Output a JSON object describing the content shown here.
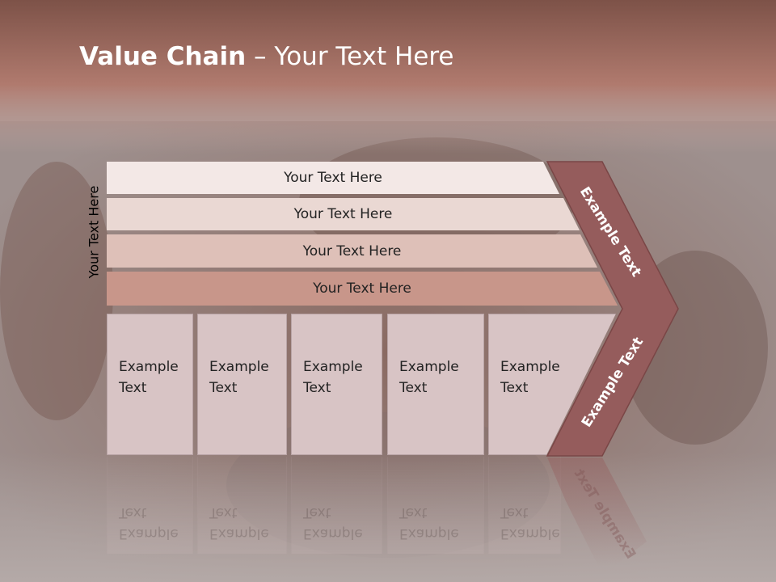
{
  "slide": {
    "title_bold": "Value Chain",
    "title_rest": " – Your Text Here",
    "side_label": "Your Text Here"
  },
  "support_activities": [
    "Your Text Here",
    "Your Text Here",
    "Your Text Here",
    "Your Text Here"
  ],
  "primary_activities": [
    {
      "line1": "Example",
      "line2": "Text"
    },
    {
      "line1": "Example",
      "line2": "Text"
    },
    {
      "line1": "Example",
      "line2": "Text"
    },
    {
      "line1": "Example",
      "line2": "Text"
    },
    {
      "line1": "Example",
      "line2": "Text"
    }
  ],
  "margin_labels": {
    "upper": "Example Text",
    "lower": "Example Text"
  },
  "colors": {
    "header_band": "#a8685c",
    "chevron": "#955c5c",
    "band_1": "#f3e8e6",
    "band_2": "#ead8d3",
    "band_3": "#dec0b8",
    "band_4": "#c8968a",
    "column": "#d8c4c5"
  }
}
